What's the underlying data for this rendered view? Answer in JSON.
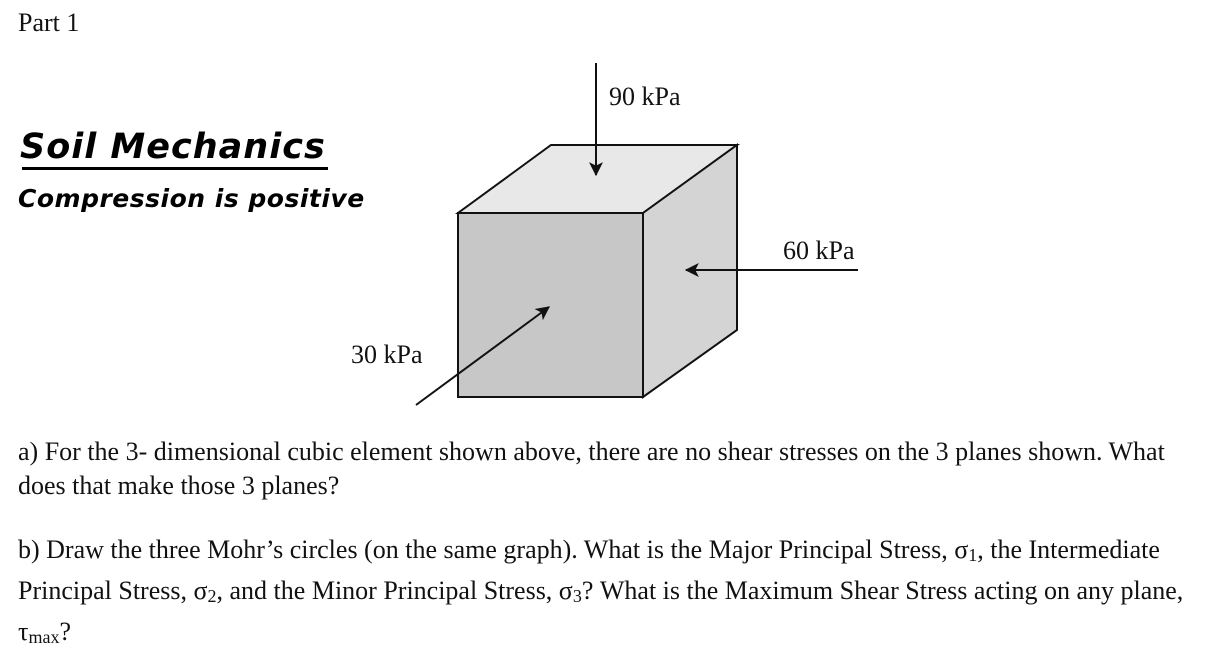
{
  "header": {
    "part_label": "Part 1"
  },
  "handwriting": {
    "title": "Soil Mechanics",
    "note": "Compression is positive"
  },
  "diagram": {
    "labels": {
      "top": "90 kPa",
      "right": "60 kPa",
      "front": "30 kPa"
    },
    "colors": {
      "top_face": "#e8e8e8",
      "right_face": "#d4d4d4",
      "front_face": "#c7c7c7"
    }
  },
  "questions": {
    "a": "a) For the 3- dimensional cubic element shown above, there are no shear stresses on the 3 planes shown.  What does that make those 3 planes?",
    "b": {
      "text1": "b) Draw the three Mohr’s circles (on the same graph).  What is the Major Principal Stress, σ",
      "sub1": "1",
      "text2": ", the Intermediate Principal Stress, σ",
      "sub2": "2",
      "text3": ", and the Minor Principal Stress, σ",
      "sub3": "3",
      "text4": "?  What is the Maximum Shear Stress acting on any plane, τ",
      "sub4": "max",
      "text5": "?"
    }
  }
}
